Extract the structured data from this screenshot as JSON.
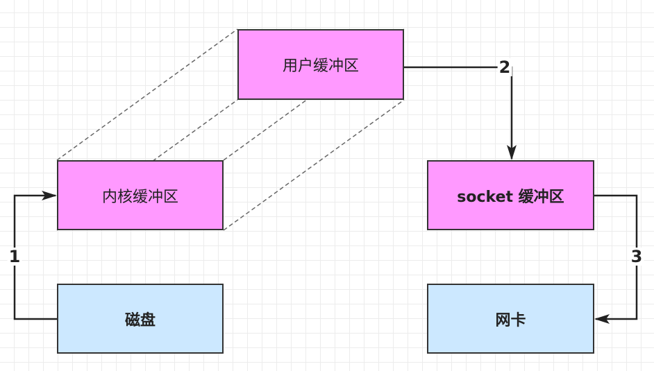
{
  "diagram": {
    "nodes": {
      "user_buffer": "用户缓冲区",
      "kernel_buffer": "内核缓冲区",
      "socket_buffer": "socket 缓冲区",
      "disk": "磁盘",
      "nic": "网卡"
    },
    "steps": [
      "1",
      "2",
      "3"
    ],
    "colors": {
      "buffer_fill": "#ff99ff",
      "device_fill": "#cce8ff",
      "border": "#333333",
      "dashed_link": "#666666"
    }
  }
}
